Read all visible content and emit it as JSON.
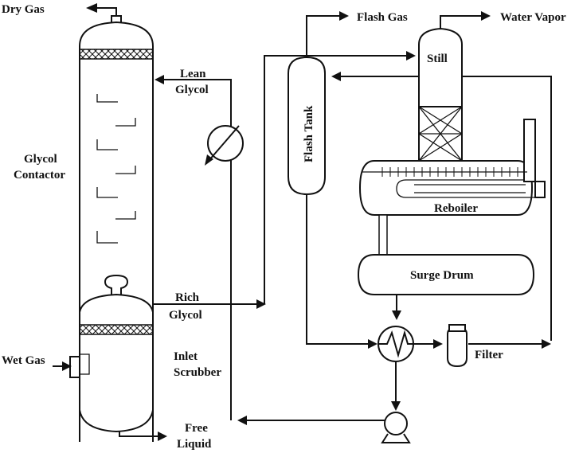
{
  "labels": {
    "dry_gas": "Dry Gas",
    "flash_gas": "Flash Gas",
    "water_vapor": "Water Vapor",
    "still": "Still",
    "lean_glycol_line1": "Lean",
    "lean_glycol_line2": "Glycol",
    "flash_tank": "Flash Tank",
    "glycol_contactor_line1": "Glycol",
    "glycol_contactor_line2": "Contactor",
    "reboiler": "Reboiler",
    "surge_drum": "Surge Drum",
    "rich_glycol_line1": "Rich",
    "rich_glycol_line2": "Glycol",
    "wet_gas": "Wet Gas",
    "inlet_scrubber_line1": "Inlet",
    "inlet_scrubber_line2": "Scrubber",
    "filter": "Filter",
    "free_liquid_line1": "Free",
    "free_liquid_line2": "Liquid"
  },
  "components": {
    "contactor": "glycol-contactor-column",
    "scrubber": "inlet-scrubber-vessel",
    "cooler": "lean-glycol-cooler",
    "flash_tank": "flash-tank-vessel",
    "still": "still-column",
    "reboiler": "reboiler-vessel",
    "surge_drum": "surge-drum-vessel",
    "heat_exchanger": "glycol-heat-exchanger",
    "pump": "glycol-pump",
    "filter": "glycol-filter"
  }
}
